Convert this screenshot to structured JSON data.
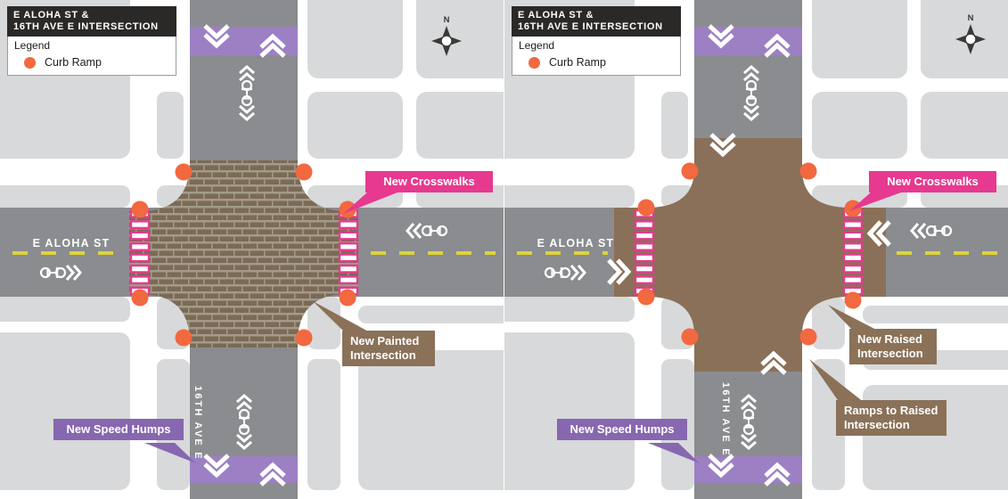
{
  "colors": {
    "block_gray": "#d8d9da",
    "road_gray": "#8a8c8f",
    "brick_brown": "#7b6a55",
    "brick_mortar": "#a39a89",
    "raised_brown": "#8a7058",
    "label_brown": "#8a7158",
    "speed_hump_purple": "#9c80c3",
    "label_purple": "#8767af",
    "crosswalk_pink": "#e6398f",
    "curb_ramp_orange": "#f2683f",
    "centerline_yellow": "#ddd43c",
    "title_bg": "#2b2927"
  },
  "icons": {
    "curb_ramp_marker": "orange-dot",
    "compass": "north-star-compass",
    "speed_hump_marking": "white-double-chevron",
    "bike_marking": "bicycle-sharrow"
  },
  "left": {
    "title_line1": "E ALOHA ST &",
    "title_line2": "16TH AVE E INTERSECTION",
    "legend_title": "Legend",
    "legend_curb_ramp": "Curb Ramp",
    "compass_n": "N",
    "street_horizontal": "E ALOHA ST",
    "street_vertical": "16TH AVE E",
    "label_new_crosswalks": "New Crosswalks",
    "label_treatment_line1": "New Painted",
    "label_treatment_line2": "Intersection",
    "label_new_speed_humps": "New Speed Humps"
  },
  "right": {
    "title_line1": "E ALOHA ST &",
    "title_line2": "16TH AVE E INTERSECTION",
    "legend_title": "Legend",
    "legend_curb_ramp": "Curb Ramp",
    "compass_n": "N",
    "street_horizontal": "E ALOHA ST",
    "street_vertical": "16TH AVE E",
    "label_new_crosswalks": "New Crosswalks",
    "label_treatment_line1": "New Raised",
    "label_treatment_line2": "Intersection",
    "label_ramps_line1": "Ramps to Raised",
    "label_ramps_line2": "Intersection",
    "label_new_speed_humps": "New Speed Humps"
  }
}
